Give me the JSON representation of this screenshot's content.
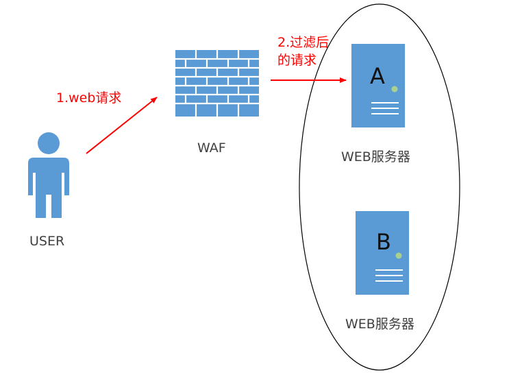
{
  "nodes": {
    "user": {
      "label": "USER"
    },
    "waf": {
      "label": "WAF"
    },
    "server_a": {
      "letter": "A",
      "label": "WEB服务器"
    },
    "server_b": {
      "letter": "B",
      "label": "WEB服务器"
    }
  },
  "edges": {
    "request": {
      "label": "1.web请求"
    },
    "filtered": {
      "label_line1": "2.过滤后",
      "label_line2": "的请求"
    }
  },
  "colors": {
    "icon_fill": "#5b9bd5",
    "icon_line": "#ffffff",
    "indicator": "#a9d18e",
    "arrow": "#ff0000",
    "ellipse_stroke": "#000000"
  }
}
